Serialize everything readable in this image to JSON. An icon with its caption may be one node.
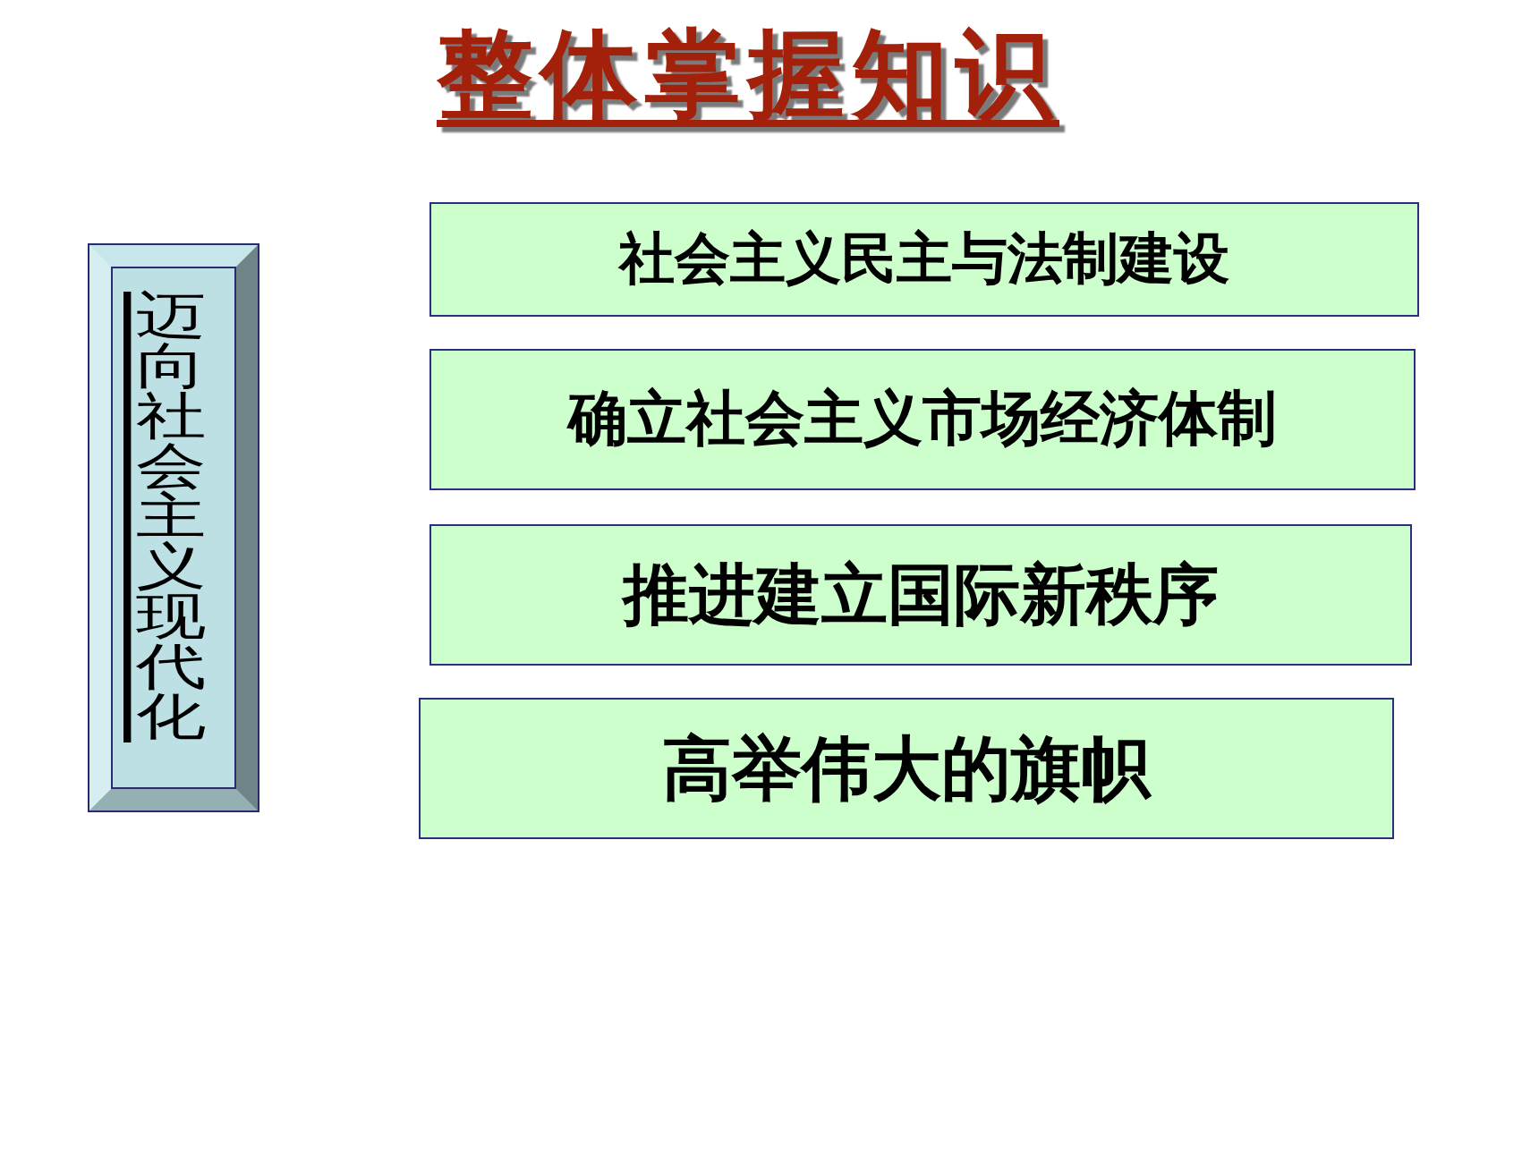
{
  "diagram": {
    "title": "整体掌握知识",
    "nodes": [
      {
        "text": [
          "迈向社会主义现代化"
        ]
      },
      {
        "text": [
          "社会主义民主与法制建设"
        ]
      },
      {
        "text": [
          "确立社会主义市场经济体制"
        ]
      },
      {
        "text": [
          "推进建立国际新秩序"
        ]
      },
      {
        "text": [
          "高举伟大的旗帜"
        ]
      }
    ]
  }
}
